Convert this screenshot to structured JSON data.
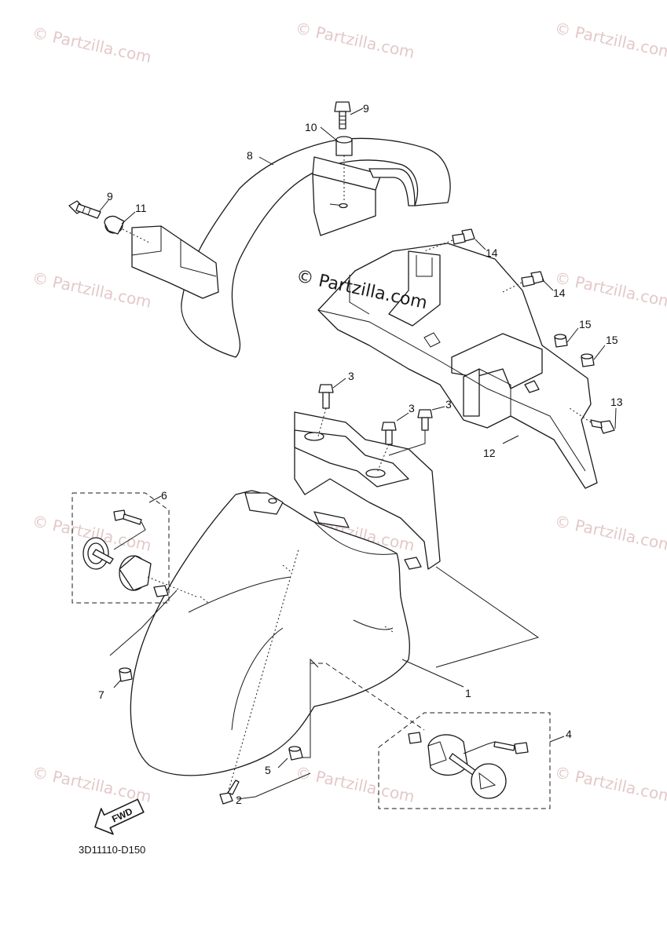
{
  "watermark": {
    "text": "© Partzilla.com",
    "color": "#e3c9c9"
  },
  "center_watermark": {
    "text": "© Partzilla.com"
  },
  "callouts": {
    "p1": "1",
    "p2": "2",
    "p3a": "3",
    "p3b": "3",
    "p3c": "3",
    "p4": "4",
    "p5": "5",
    "p6": "6",
    "p7": "7",
    "p8": "8",
    "p9a": "9",
    "p9b": "9",
    "p10": "10",
    "p11": "11",
    "p12": "12",
    "p13": "13",
    "p14a": "14",
    "p14b": "14",
    "p15a": "15",
    "p15b": "15"
  },
  "fwd_label": "FWD",
  "diagram_code": "3D11110-D150"
}
